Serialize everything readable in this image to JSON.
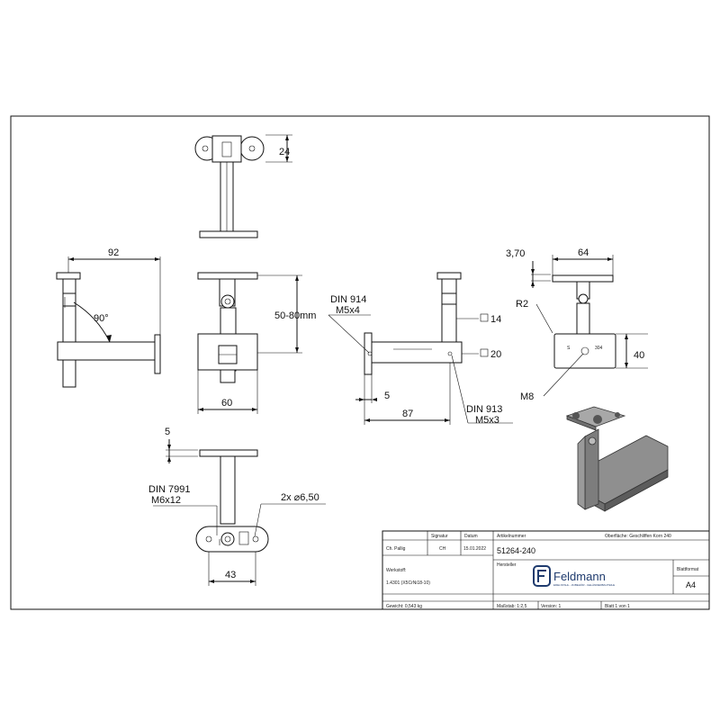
{
  "dimensions": {
    "top_24": "24",
    "side_92": "92",
    "angle_90": "90°",
    "front_range": "50-80mm",
    "front_60": "60",
    "din914_a": "DIN 914",
    "din914_b": "M5x4",
    "sq14": "14",
    "sq20": "20",
    "d5": "5",
    "d87": "87",
    "din913_a": "DIN 913",
    "din913_b": "M5x3",
    "r_370": "3,70",
    "r_64": "64",
    "r_R2": "R2",
    "r_40": "40",
    "r_M8": "M8",
    "b_5": "5",
    "din7991_a": "DIN 7991",
    "din7991_b": "M6x12",
    "holes": "2x ⌀6,50",
    "b_43": "43",
    "plate_s": "S",
    "plate_304": "304"
  },
  "title_block": {
    "row1": {
      "c1": "",
      "c2": "Signatur",
      "c3": "Datum",
      "c4": "Artikelnummer",
      "c5": "Oberfläche:  Geschliffen Korn 240"
    },
    "row2": {
      "c1": "Ch. Pallig",
      "c2": "CH",
      "c3": "15.01.2022",
      "part_number": "51264-240"
    },
    "row3": {
      "label_left": "",
      "label_mid": "Hersteller",
      "sheet_format_label": "Blattformat"
    },
    "werkstoff_label": "Werkstoff:",
    "werkstoff_value": "1.4301 (X5CrNi18-10)",
    "sheet_format_value": "A4",
    "gewicht": "Gewicht: 0,543 kg",
    "massstab": "Maßstab: 1:2,5",
    "version": "Version: 1",
    "blatt": "Blatt 1 von 1",
    "logo_name": "Feldmann",
    "logo_tagline": "EDELSTAHL - ZUBEHÖR - GELÄNDERBAUTEILE"
  },
  "colors": {
    "line": "#111111",
    "iso_metal": "#8a8a8a",
    "iso_dark": "#555555",
    "logo_blue": "#1f3b6e"
  }
}
